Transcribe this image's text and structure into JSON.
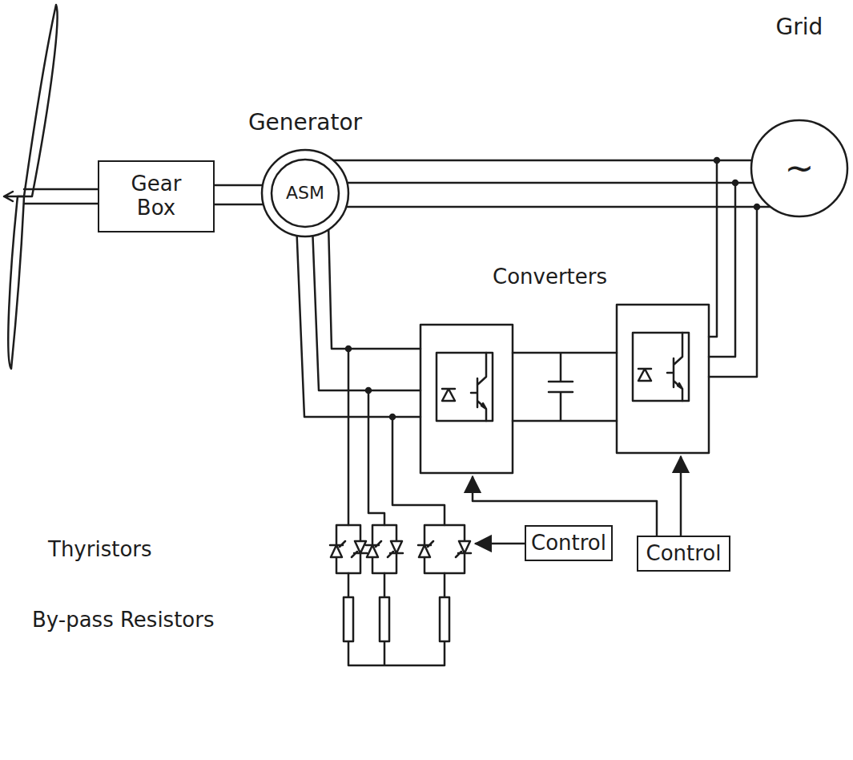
{
  "diagram": {
    "nodes": [
      {
        "text": [
          "Gear Box"
        ]
      },
      {
        "text": [
          "Generator",
          "ASM"
        ]
      },
      {
        "text": [
          "Grid",
          "~"
        ]
      },
      {
        "text": [
          "Control"
        ]
      },
      {
        "text": [
          "Control"
        ]
      }
    ],
    "edges": [
      {
        "from": 0,
        "to": 1,
        "arrow": "none"
      },
      {
        "from": 1,
        "to": 2,
        "arrow": "none"
      }
    ],
    "labels": [
      "Converters",
      "Thyristors",
      "By-pass Resistors"
    ]
  }
}
